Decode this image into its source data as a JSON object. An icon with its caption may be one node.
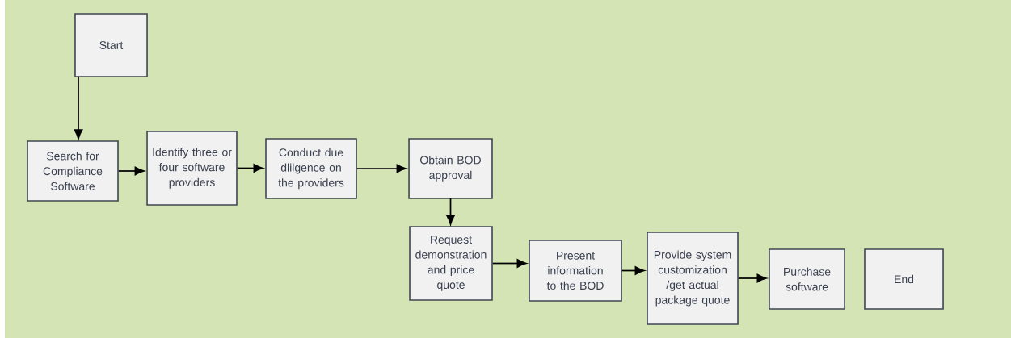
{
  "diagram": {
    "nodes": [
      {
        "text": [
          "Start"
        ]
      },
      {
        "text": [
          "Search for Compliance Software"
        ]
      },
      {
        "text": [
          "Identify three or four software providers"
        ]
      },
      {
        "text": [
          "Conduct due dlilgence on the providers"
        ]
      },
      {
        "text": [
          "Obtain BOD approval"
        ]
      },
      {
        "text": [
          "Request demonstration and price quote"
        ]
      },
      {
        "text": [
          "Present information to the BOD"
        ]
      },
      {
        "text": [
          "Provide system customization /get actual package quote"
        ]
      },
      {
        "text": [
          "Purchase software"
        ]
      },
      {
        "text": [
          "End"
        ]
      }
    ],
    "edges": [
      {
        "from": 0,
        "to": 1,
        "arrow": "to"
      },
      {
        "from": 1,
        "to": 2,
        "arrow": "to"
      },
      {
        "from": 2,
        "to": 3,
        "arrow": "to"
      },
      {
        "from": 3,
        "to": 4,
        "arrow": "to"
      },
      {
        "from": 4,
        "to": 5,
        "arrow": "to"
      },
      {
        "from": 5,
        "to": 6,
        "arrow": "to"
      },
      {
        "from": 6,
        "to": 7,
        "arrow": "to"
      },
      {
        "from": 7,
        "to": 8,
        "arrow": "to"
      }
    ]
  }
}
